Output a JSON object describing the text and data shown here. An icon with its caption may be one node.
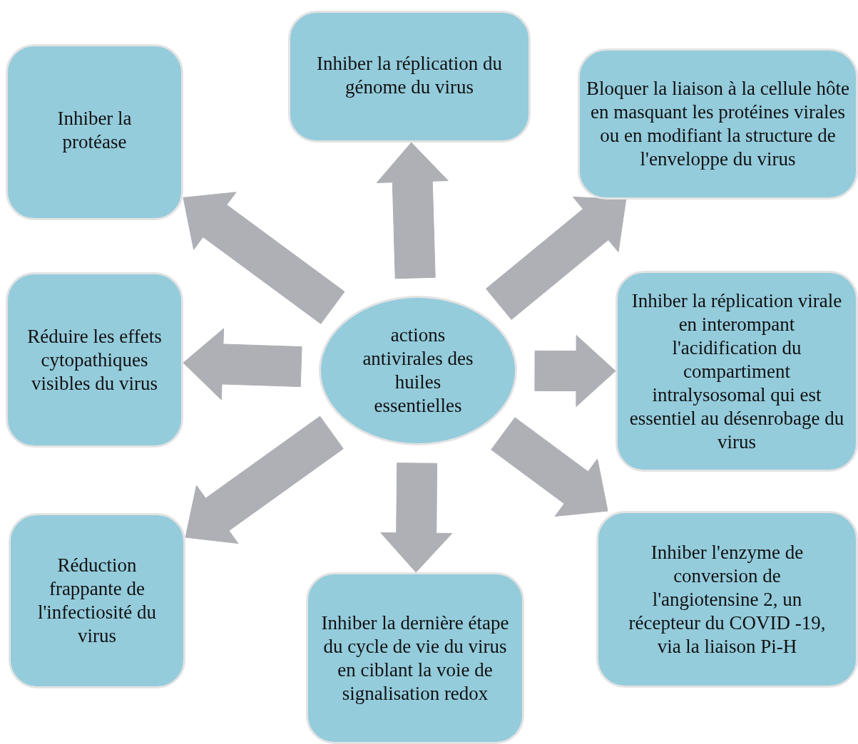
{
  "diagram": {
    "nodes": [
      {
        "text": [
          "actions antivirales des huiles essentielles"
        ]
      },
      {
        "text": [
          "Inhiber la réplication du génome du virus"
        ]
      },
      {
        "text": [
          "Bloquer la liaison à la cellule hôte en masquant les protéines virales ou en modifiant la structure de l'enveloppe du virus"
        ]
      },
      {
        "text": [
          "Inhiber la réplication virale en interompant l'acidification du compartiment intralysosomal qui  est essentiel au désenrobage du virus"
        ]
      },
      {
        "text": [
          "Inhiber l'enzyme de conversion de l'angiotensine 2, un récepteur du COVID -19, via la liaison Pi-H"
        ]
      },
      {
        "text": [
          "Inhiber la dernière étape du cycle de vie du virus en ciblant la voie de signalisation redox"
        ]
      },
      {
        "text": [
          "Réduction frappante de l'infectiosité du virus"
        ]
      },
      {
        "text": [
          "Réduire les effets cytopathiques visibles du virus"
        ]
      },
      {
        "text": [
          "Inhiber la protéase"
        ]
      }
    ],
    "edges": [
      {
        "from": 0,
        "to": 1,
        "arrow": "to"
      },
      {
        "from": 0,
        "to": 2,
        "arrow": "to"
      },
      {
        "from": 0,
        "to": 3,
        "arrow": "to"
      },
      {
        "from": 0,
        "to": 4,
        "arrow": "to"
      },
      {
        "from": 0,
        "to": 5,
        "arrow": "to"
      },
      {
        "from": 0,
        "to": 6,
        "arrow": "to"
      },
      {
        "from": 0,
        "to": 7,
        "arrow": "to"
      },
      {
        "from": 0,
        "to": 8,
        "arrow": "to"
      }
    ]
  }
}
